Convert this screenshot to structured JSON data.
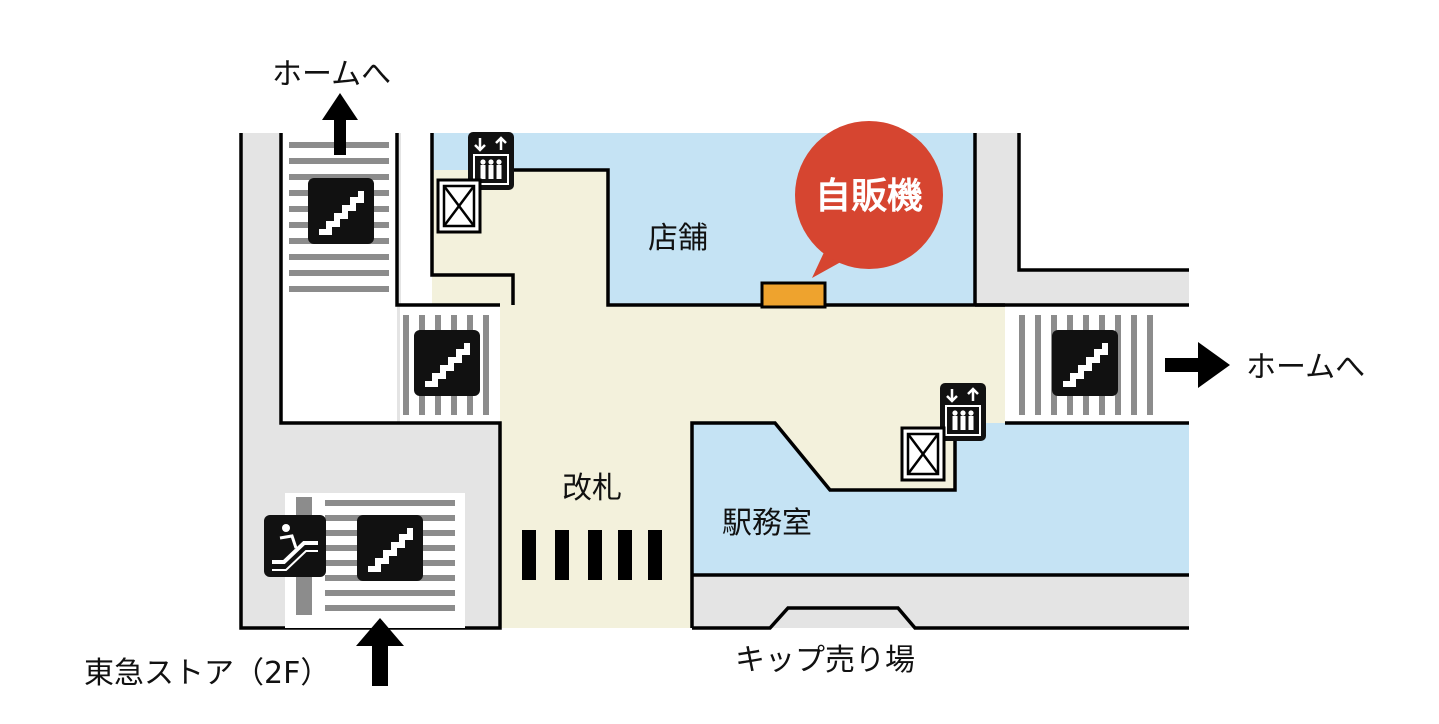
{
  "labels": {
    "home_top": "ホームへ",
    "home_right": "ホームへ",
    "shop": "店舗",
    "vending": "自販機",
    "gate": "改札",
    "office": "駅務室",
    "ticket": "キップ売り場",
    "tokyu": "東急ストア（2F）"
  },
  "colors": {
    "concourse": "#f3f1dc",
    "room": "#c5e3f4",
    "corridor": "#e4e4e4",
    "wall": "#000000",
    "stripe": "#8c8c8c",
    "balloon": "#d64530",
    "vending": "#eea32e",
    "icon_bg": "#111111"
  },
  "icons": [
    "stairs-icon",
    "elevator-icon",
    "escalator-icon",
    "arrow-up-icon",
    "arrow-right-icon",
    "door-x-icon"
  ]
}
